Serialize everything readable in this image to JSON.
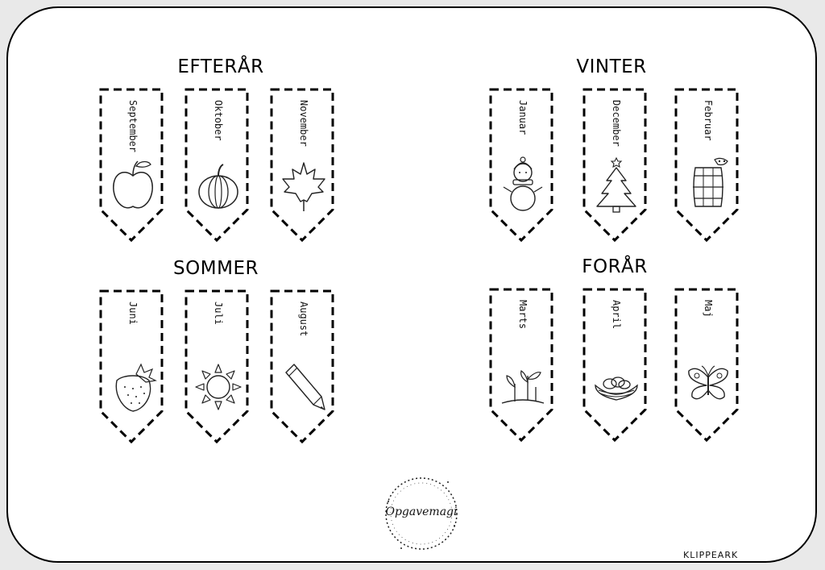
{
  "seasons": {
    "autumn": {
      "title": "EFTERÅR",
      "months": [
        "September",
        "Oktober",
        "November"
      ],
      "icons": [
        "apple-icon",
        "pumpkin-icon",
        "maple-leaf-icon"
      ]
    },
    "winter": {
      "title": "VINTER",
      "months": [
        "Januar",
        "December",
        "Februar"
      ],
      "icons": [
        "snowman-icon",
        "christmas-tree-icon",
        "barrel-carnival-icon"
      ]
    },
    "summer": {
      "title": "SOMMER",
      "months": [
        "Juni",
        "Juli",
        "August"
      ],
      "icons": [
        "strawberry-icon",
        "sun-icon",
        "pencil-icon"
      ]
    },
    "spring": {
      "title": "FORÅR",
      "months": [
        "Marts",
        "April",
        "Maj"
      ],
      "icons": [
        "sprout-icon",
        "nest-icon",
        "butterfly-icon"
      ]
    }
  },
  "logo": {
    "text": "Opgavemagi"
  },
  "footer": {
    "label": "KLIPPEARK"
  },
  "colors": {
    "ink": "#000000",
    "paper": "#ffffff",
    "background": "#e9e9e9"
  }
}
